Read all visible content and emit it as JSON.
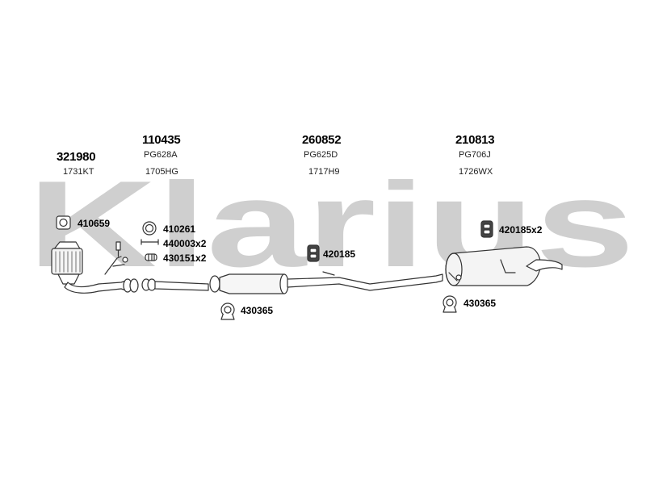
{
  "watermark": {
    "text": "Klarius",
    "color": "#cfcfcf"
  },
  "sections": [
    {
      "part_no": "321980",
      "ref": "1731KT"
    },
    {
      "part_no": "110435",
      "code": "PG628A",
      "ref": "1705HG"
    },
    {
      "part_no": "260852",
      "code": "PG625D",
      "ref": "1717H9"
    },
    {
      "part_no": "210813",
      "code": "PG706J",
      "ref": "1726WX"
    }
  ],
  "fittings": [
    {
      "id": "410659",
      "label": "410659",
      "icon": "gasket-icon"
    },
    {
      "id": "410261",
      "label": "410261",
      "icon": "ring-gasket-icon"
    },
    {
      "id": "440003",
      "label": "440003x2",
      "icon": "bolt-icon"
    },
    {
      "id": "430151",
      "label": "430151x2",
      "icon": "spring-icon"
    },
    {
      "id": "420185a",
      "label": "420185",
      "icon": "rubber-mount-icon"
    },
    {
      "id": "420185b",
      "label": "420185x2",
      "icon": "rubber-mount-icon"
    },
    {
      "id": "430365a",
      "label": "430365",
      "icon": "clamp-icon"
    },
    {
      "id": "430365b",
      "label": "430365",
      "icon": "clamp-icon"
    }
  ]
}
